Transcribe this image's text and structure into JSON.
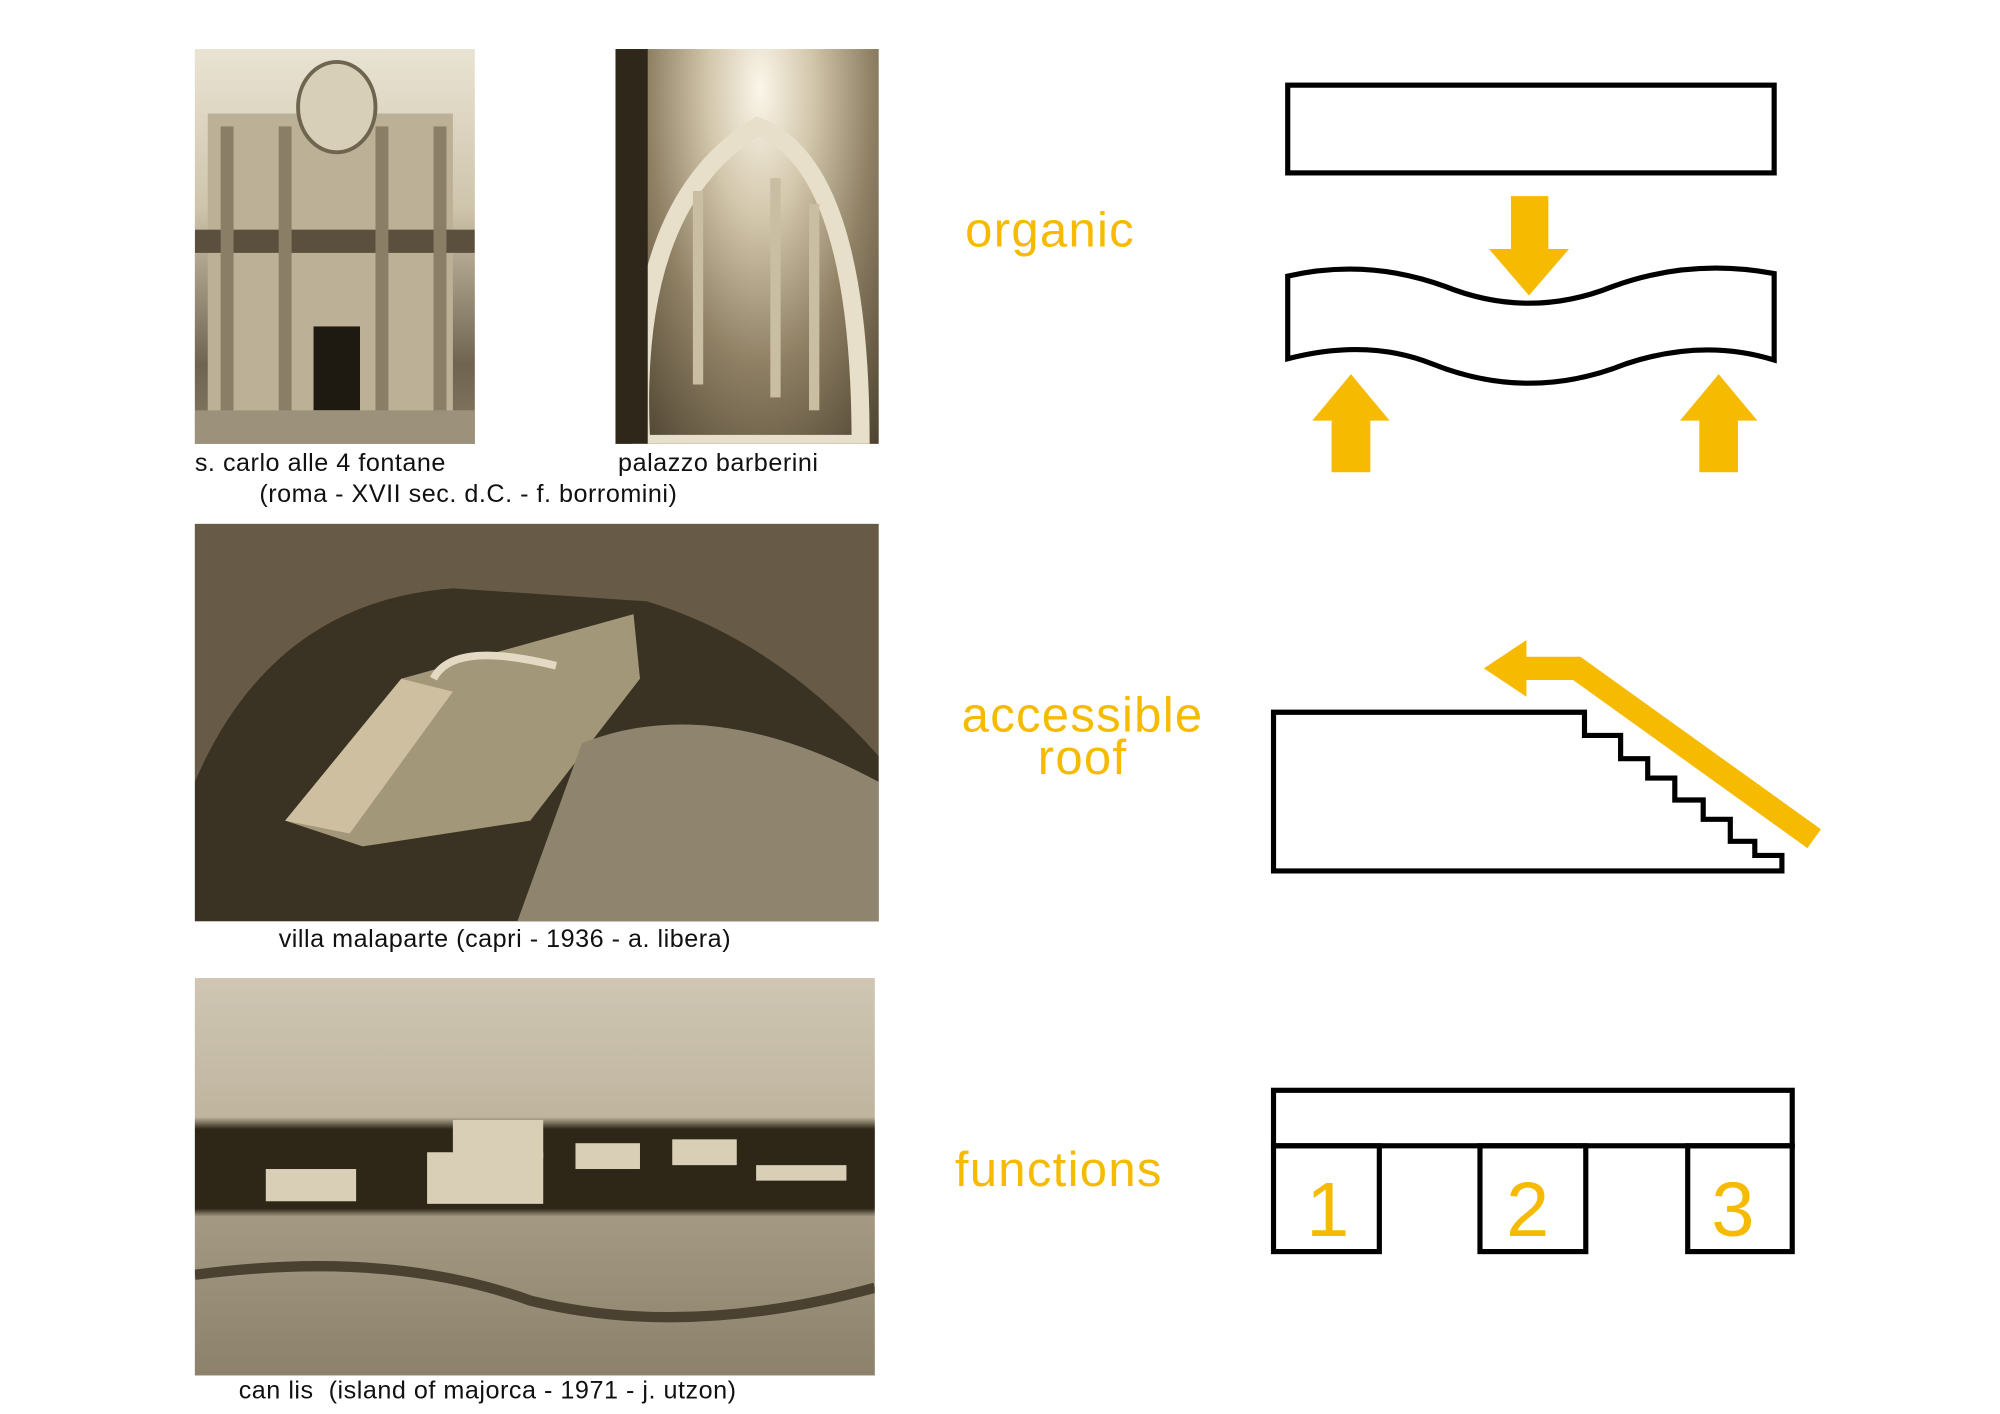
{
  "photos": [
    {
      "caption": "s. carlo alle 4 fontane"
    },
    {
      "caption": "palazzo barberini"
    },
    {
      "caption_shared": "(roma - XVII sec. d.C. - f. borromini)"
    },
    {
      "caption": "villa malaparte (capri - 1936 - a. libera)"
    },
    {
      "caption": "can lis  (island of majorca - 1971 - j. utzon)"
    }
  ],
  "concepts": {
    "organic": "organic",
    "accessible_line1": "accessible",
    "accessible_line2": "roof",
    "functions": "functions"
  },
  "function_numbers": [
    "1",
    "2",
    "3"
  ],
  "colors": {
    "accent": "#f6bb00",
    "sepia_dark": "#4a3f2c",
    "sepia_light": "#cfc4ac"
  }
}
